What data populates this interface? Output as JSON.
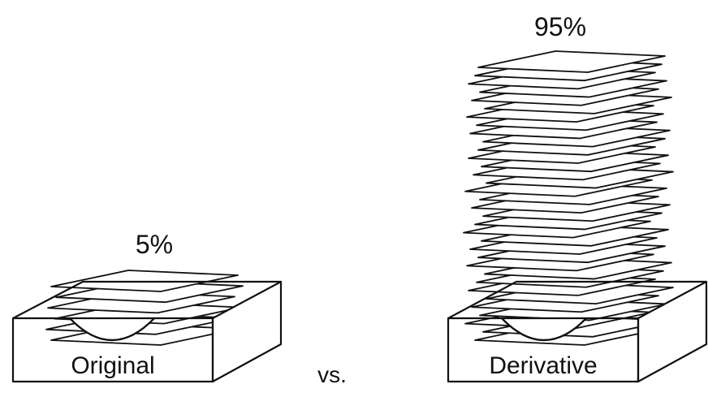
{
  "left_tray": {
    "label": "Original",
    "percent_label": "5%",
    "sheet_count": 6
  },
  "connector_text": "vs.",
  "right_tray": {
    "label": "Derivative",
    "percent_label": "95%",
    "sheet_count": 34
  },
  "colors": {
    "ink": "#111111",
    "paper": "#ffffff"
  }
}
